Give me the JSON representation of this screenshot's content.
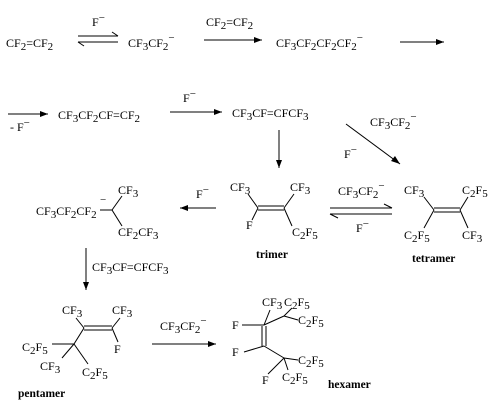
{
  "row1": {
    "tfe": "CF2=CF2",
    "fluoride": "F−",
    "anion": "CF3CF2−",
    "reagent_tfe": "CF2=CF2",
    "butyl_anion": "CF3CF2CF2CF2−"
  },
  "row2": {
    "minus_f": "- F−",
    "butene1": "CF3CF2CF=CF2",
    "fluoride": "F−",
    "butene2": "CF3CF=CFCF3",
    "anion": "CF3CF2−",
    "fluoride2": "F−"
  },
  "row3": {
    "carbanion": {
      "chain": "CF3CF2CF2",
      "top": "CF3",
      "bottom": "CF2CF3"
    },
    "fluoride_left": "F−",
    "trimer": {
      "tl": "CF3",
      "tr": "CF3",
      "bl": "F",
      "br": "C2F5",
      "label": "trimer"
    },
    "equil_top": "CF3CF2−",
    "equil_bottom": "F−",
    "tetramer": {
      "tl": "CF3",
      "tr": "C2F5",
      "bl": "C2F5",
      "br": "CF3",
      "label": "tetramer"
    }
  },
  "row4": {
    "reagent": "CF3CF=CFCF3",
    "pentamer": {
      "cf3a": "CF3",
      "cf3b": "CF3",
      "f": "F",
      "c2f5": "C2F5",
      "cf3c": "CF3",
      "c2f5b": "C2F5",
      "label": "pentamer"
    },
    "anion": "CF3CF2−",
    "hexamer": {
      "f1": "F",
      "cf3": "CF3",
      "c2f5a": "C2F5",
      "c2f5b": "C2F5",
      "f2": "F",
      "c2f5c": "C2F5",
      "c2f5d": "C2F5",
      "f3": "F",
      "label": "hexamer"
    }
  }
}
